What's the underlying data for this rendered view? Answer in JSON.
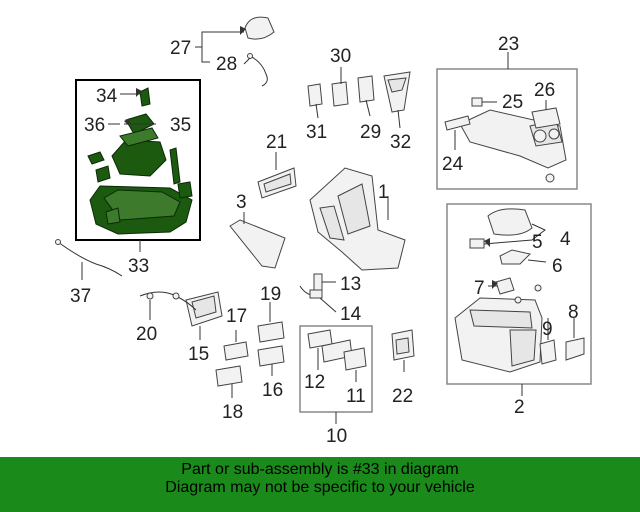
{
  "callouts": [
    "1",
    "2",
    "3",
    "4",
    "5",
    "6",
    "7",
    "8",
    "9",
    "10",
    "11",
    "12",
    "13",
    "14",
    "15",
    "16",
    "17",
    "18",
    "19",
    "20",
    "21",
    "22",
    "23",
    "24",
    "25",
    "26",
    "27",
    "28",
    "29",
    "30",
    "31",
    "32",
    "33",
    "34",
    "35",
    "36",
    "37"
  ],
  "highlighted_part": "33",
  "colors": {
    "highlight": "#1c5a10",
    "banner": "#1a8a1a"
  },
  "banner": {
    "line1": "Part or sub-assembly is #33 in diagram",
    "line2": "Diagram may not be specific to your vehicle"
  }
}
